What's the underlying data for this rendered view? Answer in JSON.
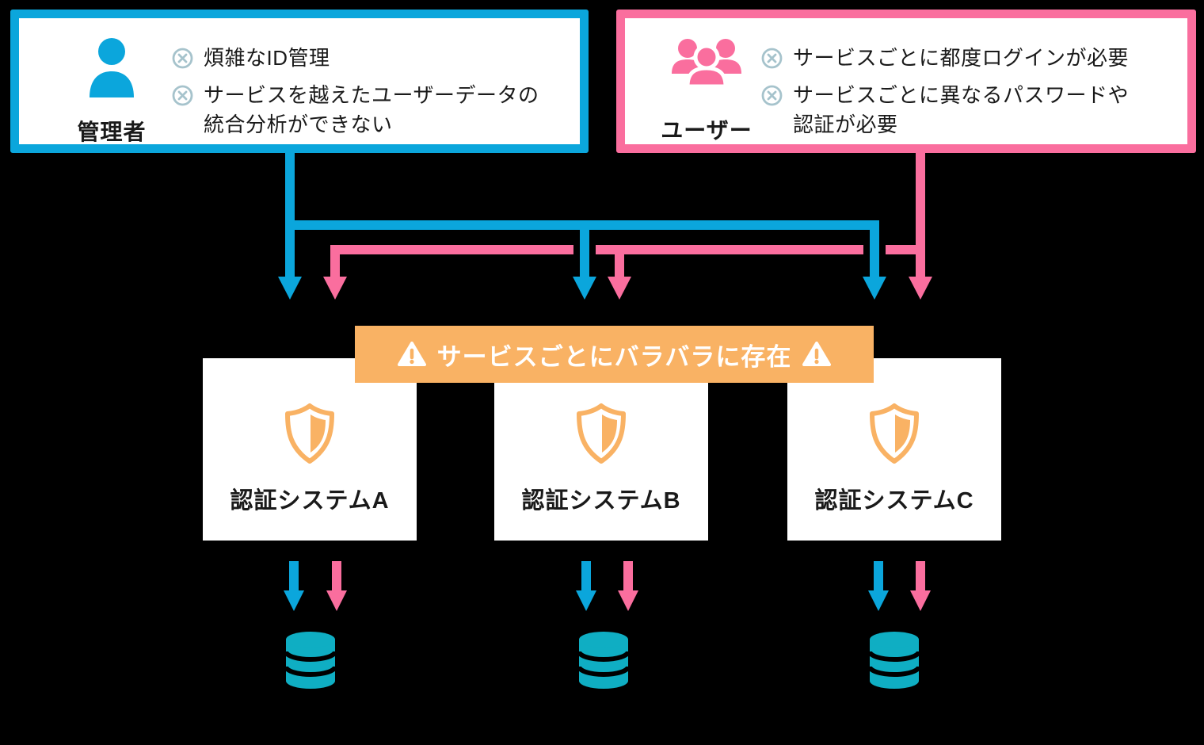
{
  "admin_panel": {
    "label": "管理者",
    "items": [
      "煩雑なID管理",
      "サービスを越えたユーザーデータの\n統合分析ができない"
    ]
  },
  "user_panel": {
    "label": "ユーザー",
    "items": [
      "サービスごとに都度ログインが必要",
      "サービスごとに異なるパスワードや\n認証が必要"
    ]
  },
  "warning_banner": {
    "text": "サービスごとにバラバラに存在"
  },
  "systems": [
    {
      "label": "認証システムA"
    },
    {
      "label": "認証システムB"
    },
    {
      "label": "認証システムC"
    }
  ],
  "colors": {
    "admin_blue": "#0ba6dc",
    "user_pink": "#fa6e9e",
    "warning_orange": "#f9b264",
    "database_teal": "#0faec3",
    "bullet_icon_gray": "#a6c3cc",
    "text_dark": "#1a1a1a",
    "panel_bg": "#ffffff",
    "background": "#000000"
  }
}
